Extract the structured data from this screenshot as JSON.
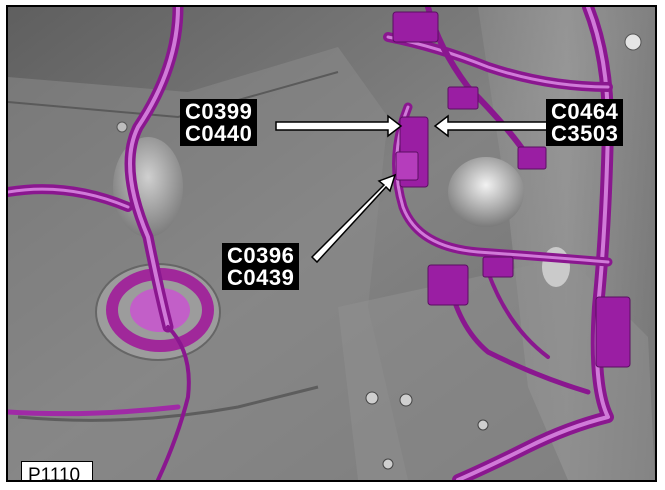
{
  "callouts": {
    "upper_left": {
      "line1": "C0399",
      "line2": "C0440"
    },
    "upper_right": {
      "line1": "C0464",
      "line2": "C3503"
    },
    "lower_left": {
      "line1": "C0396",
      "line2": "C0439"
    }
  },
  "figure_id": "P1110",
  "colors": {
    "harness": "#9b1fa8",
    "harness_highlight": "#d07ad8",
    "panel": "#7a7a7a",
    "callout_bg": "#000000",
    "callout_text": "#ffffff"
  }
}
